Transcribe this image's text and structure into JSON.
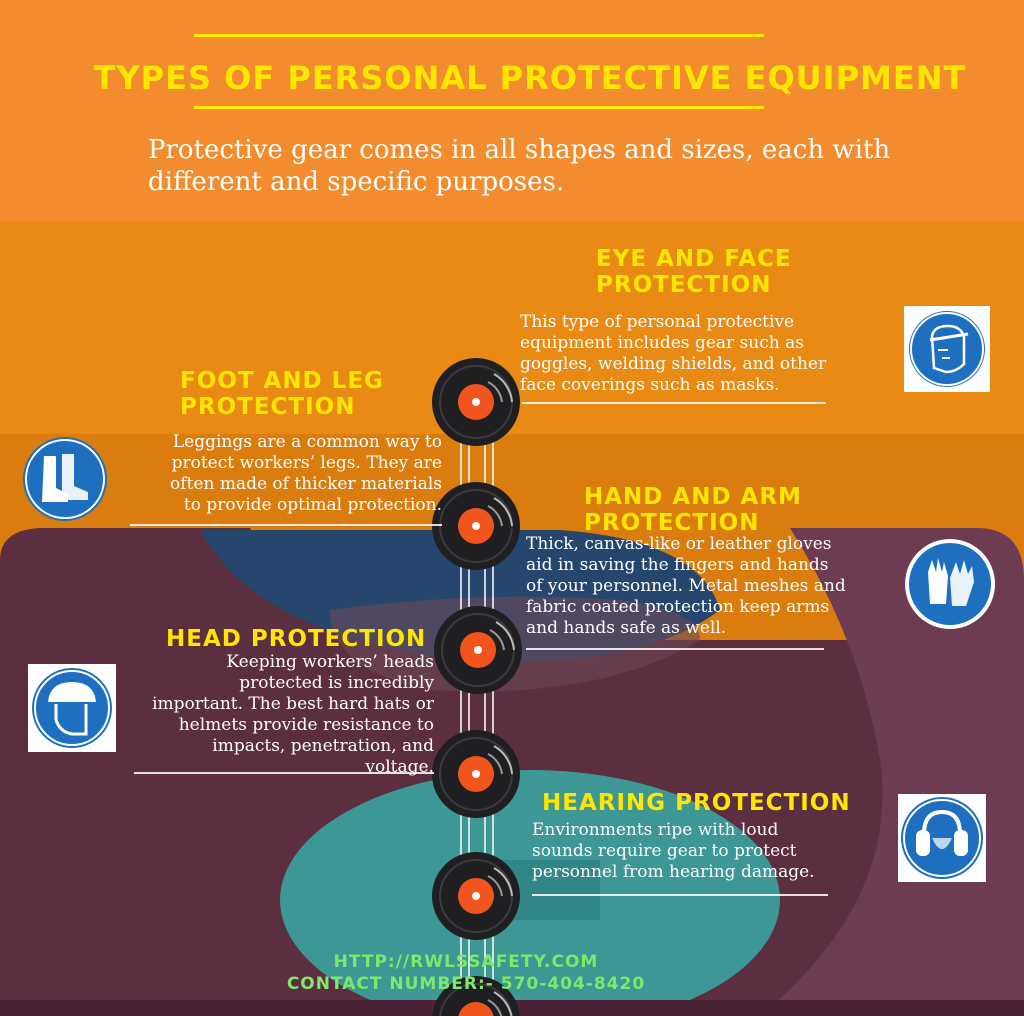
{
  "header": {
    "title": "TYPES OF PERSONAL PROTECTIVE EQUIPMENT",
    "subtitle_line1": "Protective gear comes in all shapes and sizes, each with",
    "subtitle_line2": "different and specific purposes."
  },
  "sections": {
    "eye": {
      "title_line1": "EYE AND FACE",
      "title_line2": "PROTECTION",
      "lines": [
        "This type of personal protective",
        "equipment includes gear such as",
        "goggles, welding shields, and other",
        "face coverings such as masks."
      ],
      "icon": "face-shield-icon"
    },
    "foot": {
      "title_line1": "FOOT AND LEG",
      "title_line2": "PROTECTION",
      "lines": [
        "Leggings are a common way to",
        "protect workers’ legs. They are",
        "often made of thicker materials",
        "to provide optimal protection."
      ],
      "icon": "boots-icon"
    },
    "hand": {
      "title_line1": "HAND AND ARM",
      "title_line2": "PROTECTION",
      "lines": [
        "Thick, canvas-like or leather gloves",
        "aid in saving the fingers and hands",
        "of your personnel. Metal meshes and",
        "fabric coated protection keep arms",
        "and hands safe as well."
      ],
      "icon": "gloves-icon"
    },
    "head": {
      "title": "HEAD PROTECTION",
      "lines": [
        "Keeping workers’ heads",
        "protected is incredibly",
        "important. The best hard hats or",
        "helmets provide resistance to",
        "impacts, penetration, and",
        "voltage."
      ],
      "icon": "hard-hat-icon"
    },
    "hearing": {
      "title": "HEARING PROTECTION",
      "lines": [
        "Environments ripe with loud",
        "sounds require gear to protect",
        "personnel from hearing damage."
      ],
      "icon": "ear-muffs-icon"
    }
  },
  "footer": {
    "url": "HTTP://RWLSSAFETY.COM",
    "contact": "CONTACT NUMBER:- 570-404-8420"
  },
  "colors": {
    "top_band": "#f28c2e",
    "mid_band": "#e68a12",
    "low_band": "#d97c0c",
    "plum": "#5a2d3e",
    "teal": "#3aa39e",
    "navy": "#27466e",
    "title_yellow": "#ffe600",
    "url_green": "#7fe86b",
    "sign_blue": "#1e6fc0"
  }
}
